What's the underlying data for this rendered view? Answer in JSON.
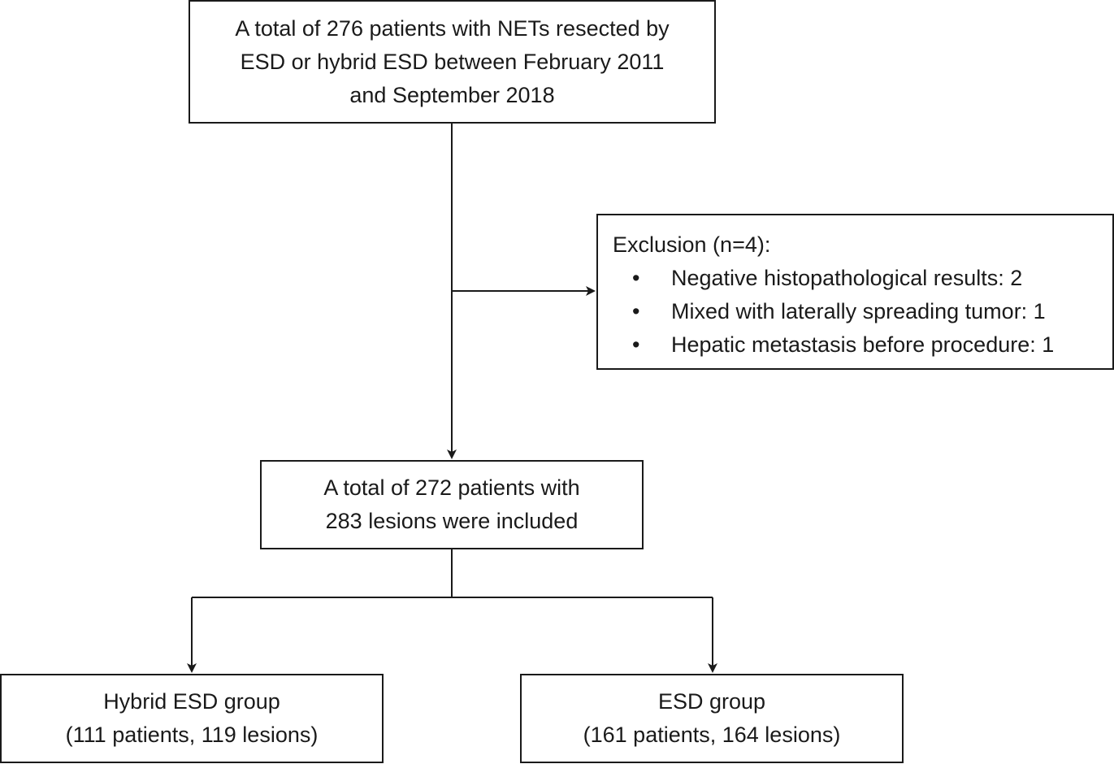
{
  "flowchart": {
    "total_box": {
      "lines": [
        "A total of 276 patients with NETs resected by",
        "ESD or hybrid ESD between February 2011",
        "and September 2018"
      ]
    },
    "exclusion_box": {
      "title": "Exclusion (n=4):",
      "bullet_symbol": "•",
      "items": [
        "Negative histopathological results: 2",
        "Mixed with laterally spreading tumor: 1",
        "Hepatic metastasis before procedure: 1"
      ]
    },
    "included_box": {
      "lines": [
        "A total of 272 patients with",
        "283 lesions were included"
      ]
    },
    "hybrid_box": {
      "lines": [
        "Hybrid ESD group",
        "(111 patients, 119 lesions)"
      ]
    },
    "esd_box": {
      "lines": [
        "ESD group",
        "(161 patients, 164 lesions)"
      ]
    }
  },
  "colors": {
    "stroke": "#1a1a1a",
    "background": "#ffffff"
  }
}
